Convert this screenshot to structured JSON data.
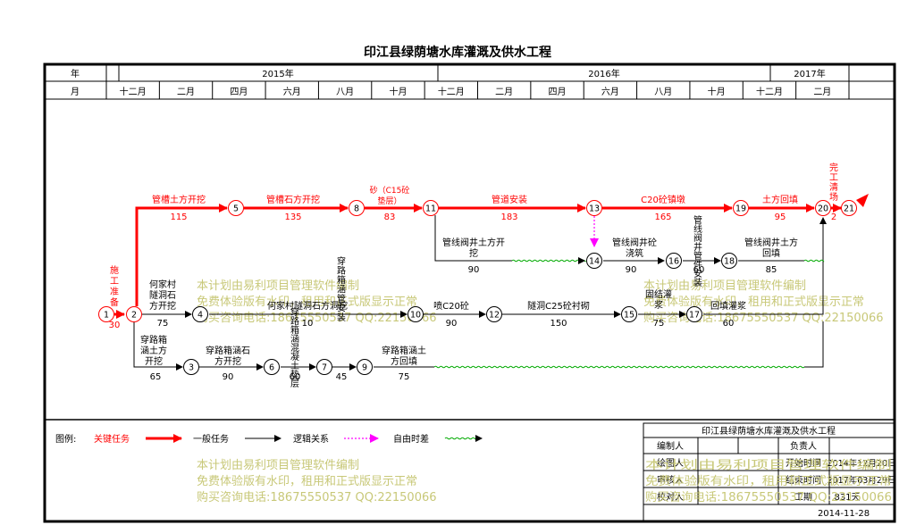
{
  "title": "印江县绿荫塘水库灌溉及供水工程",
  "header": {
    "year_label": "年",
    "month_label": "月",
    "years": [
      "2015年",
      "2016年",
      "2017年"
    ],
    "months": [
      "十二月",
      "二月",
      "四月",
      "六月",
      "八月",
      "十月",
      "十二月",
      "二月",
      "四月",
      "六月",
      "八月",
      "十月",
      "十二月",
      "二月"
    ]
  },
  "nodes": [
    "1",
    "2",
    "3",
    "4",
    "5",
    "6",
    "7",
    "8",
    "9",
    "10",
    "11",
    "12",
    "13",
    "14",
    "15",
    "16",
    "17",
    "18",
    "19",
    "20",
    "21"
  ],
  "tasks": {
    "t1_2": {
      "name": "施工准备",
      "dur": "30"
    },
    "t2_5": {
      "name": "管槽土方开挖",
      "dur": "115"
    },
    "t5_8": {
      "name": "管槽石方开挖",
      "dur": "135"
    },
    "t8_11": {
      "name": "砂（C15砼垫层）",
      "dur": "83"
    },
    "t11_13": {
      "name": "管道安装",
      "dur": "183"
    },
    "t13_19": {
      "name": "C20砼镇墩",
      "dur": "165"
    },
    "t19_20": {
      "name": "土方回填",
      "dur": "95"
    },
    "t20_21": {
      "name": "完工清场",
      "dur": "2"
    },
    "t11_14": {
      "name": "管线阀井土方开挖",
      "dur": "90"
    },
    "t14_16": {
      "name": "管线阀井砼浇筑",
      "dur": "90"
    },
    "t16_18": {
      "name": "管线阀井管件安装",
      "dur": "60"
    },
    "t18_20": {
      "name": "管线阀井土方回填",
      "dur": "85"
    },
    "t2_4": {
      "name": "何家村隧洞石方开挖",
      "dur": "75"
    },
    "t4_10": {
      "name": "何家村隧洞石方洞挖",
      "dur": "10"
    },
    "t10_12": {
      "name": "喷C20砼",
      "dur": "90"
    },
    "t12_15": {
      "name": "隧洞C25砼衬砌",
      "dur": "150"
    },
    "t15_17": {
      "name": "固结灌浆",
      "dur": "75"
    },
    "t17_20": {
      "name": "回填灌浆",
      "dur": "60"
    },
    "t2_3": {
      "name": "穿路箱涵土方开挖",
      "dur": "65"
    },
    "t3_6": {
      "name": "穿路箱涵石方开挖",
      "dur": "90"
    },
    "t6_7": {
      "name": "穿路箱涵混凝土垫层",
      "dur": "60"
    },
    "t7_9": {
      "name": "穿路箱涵管安装",
      "dur": "45"
    },
    "t9_20": {
      "name": "穿路箱涵土方回填",
      "dur": "75"
    }
  },
  "watermark": {
    "line1": "本计划由易利项目管理软件编制",
    "line2": "免费体验版有水印，租用和正式版显示正常",
    "line3": "购买咨询电话:18675550537 QQ:22150066"
  },
  "legend": {
    "label": "图例:",
    "critical": "关键任务",
    "normal": "一般任务",
    "logic": "逻辑关系",
    "float": "自由时差"
  },
  "info": {
    "project": "印江县绿荫塘水库灌溉及供水工程",
    "preparer": "编制人",
    "responsible": "负责人",
    "drawer": "绘图人",
    "reviewer": "审核人",
    "checker": "校对人",
    "start_label": "开始时间",
    "start_value": "2014年12月20日",
    "end_label": "结束时间",
    "end_value": "2017年03月29日",
    "duration_label": "工期",
    "duration_value": "831天",
    "print_date": "2014-11-28"
  },
  "colors": {
    "critical": "#ff0000",
    "normal": "#000000",
    "float": "#00aa00",
    "freefloat": "#ff00ff",
    "watermark": "#c8c878"
  }
}
